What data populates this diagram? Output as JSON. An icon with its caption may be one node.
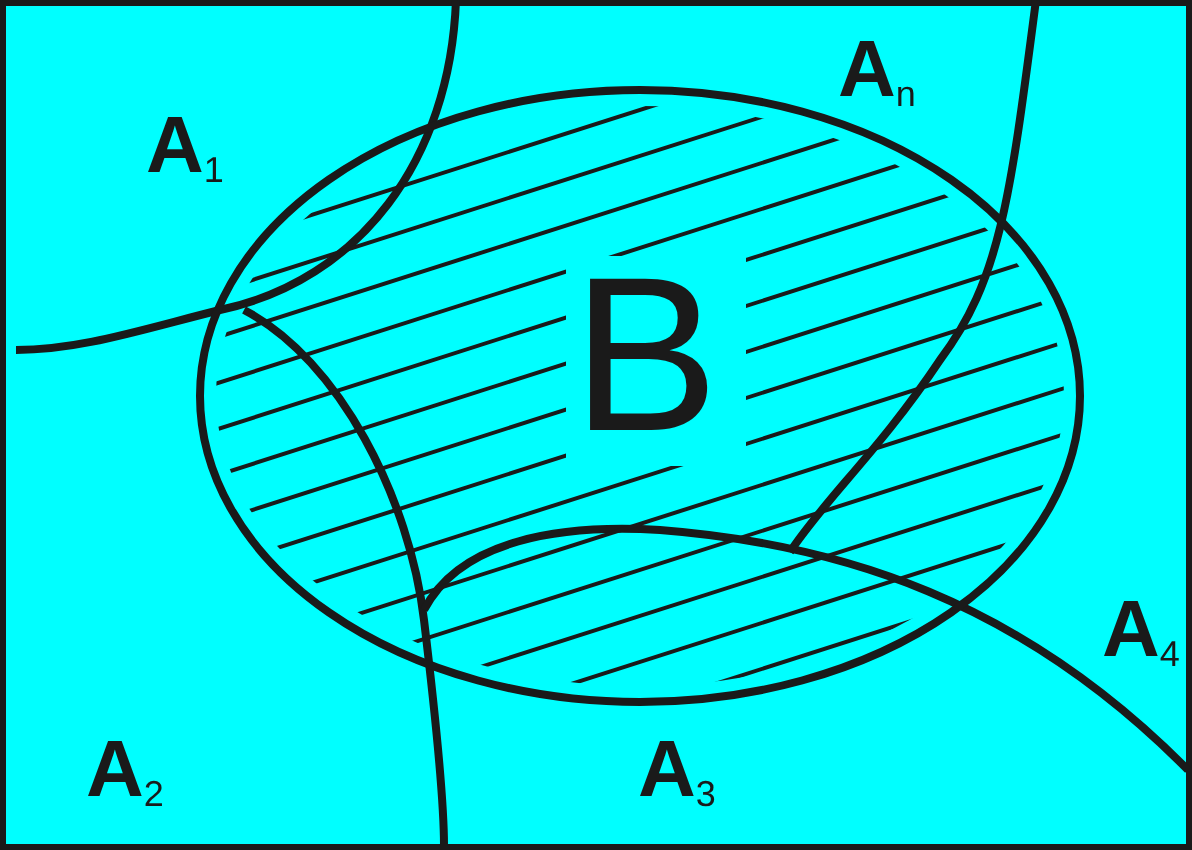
{
  "diagram": {
    "nodes": [
      {
        "text": [],
        "shape": "box"
      },
      {
        "text": [
          "B"
        ],
        "in": 0
      }
    ],
    "edges": [],
    "labels": [
      "A$_{1}$",
      "A$_{n}$",
      "A$_{4}$",
      "A$_{2}$",
      "A$_{3}$"
    ]
  }
}
